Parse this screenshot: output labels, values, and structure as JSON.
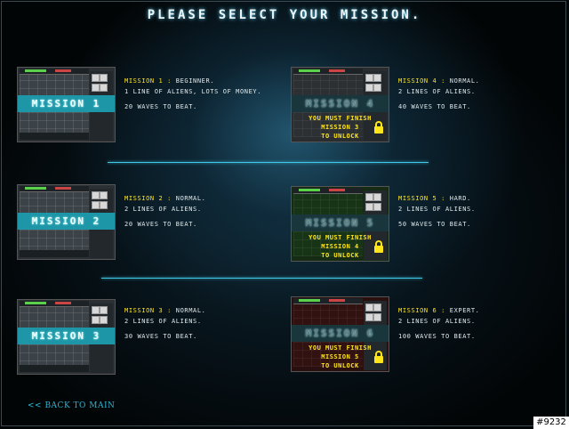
{
  "title": "PLEASE SELECT YOUR MISSION.",
  "missions": [
    {
      "name": "MISSION 1",
      "word": "MISSION",
      "num": "1",
      "difficulty": "BEGINNER.",
      "head_prefix": "MISSION 1 :",
      "line2": "1 LINE OF ALIENS, LOTS OF MONEY.",
      "waves": "20 WAVES TO BEAT.",
      "locked": false,
      "lock_lines": []
    },
    {
      "name": "MISSION 2",
      "word": "MISSION",
      "num": "2",
      "difficulty": "NORMAL.",
      "head_prefix": "MISSION 2 :",
      "line2": "2 LINES OF ALIENS.",
      "waves": "20 WAVES TO BEAT.",
      "locked": false,
      "lock_lines": []
    },
    {
      "name": "MISSION 3",
      "word": "MISSION",
      "num": "3",
      "difficulty": "NORMAL.",
      "head_prefix": "MISSION 3 :",
      "line2": "2 LINES OF ALIENS.",
      "waves": "30 WAVES TO BEAT.",
      "locked": false,
      "lock_lines": []
    },
    {
      "name": "MISSION 4",
      "word": "MISSION",
      "num": "4",
      "difficulty": "NORMAL.",
      "head_prefix": "MISSION 4 :",
      "line2": "2 LINES OF ALIENS.",
      "waves": "40 WAVES TO BEAT.",
      "locked": true,
      "lock_lines": [
        "YOU MUST FINISH",
        "MISSION 3",
        "TO UNLOCK"
      ]
    },
    {
      "name": "MISSION 5",
      "word": "MISSION",
      "num": "5",
      "difficulty": "HARD.",
      "head_prefix": "MISSION 5 :",
      "line2": "2 LINES OF ALIENS.",
      "waves": "50 WAVES TO BEAT.",
      "locked": true,
      "lock_lines": [
        "YOU MUST FINISH",
        "MISSION 4",
        "TO UNLOCK"
      ]
    },
    {
      "name": "MISSION 6",
      "word": "MISSION",
      "num": "6",
      "difficulty": "EXPERT.",
      "head_prefix": "MISSION 6 :",
      "line2": "2 LINES OF ALIENS.",
      "waves": "100 WAVES TO BEAT.",
      "locked": true,
      "lock_lines": [
        "YOU MUST FINISH",
        "MISSION 5",
        "TO UNLOCK"
      ]
    }
  ],
  "back_label": "<< BACK TO MAIN",
  "image_tag": "#9232",
  "colors": {
    "accent": "#1d96a8",
    "highlight": "#ffe51a",
    "separator": "#3fc9e6",
    "link": "#2fb4d2"
  },
  "icons": {
    "lock": "padlock-icon"
  }
}
